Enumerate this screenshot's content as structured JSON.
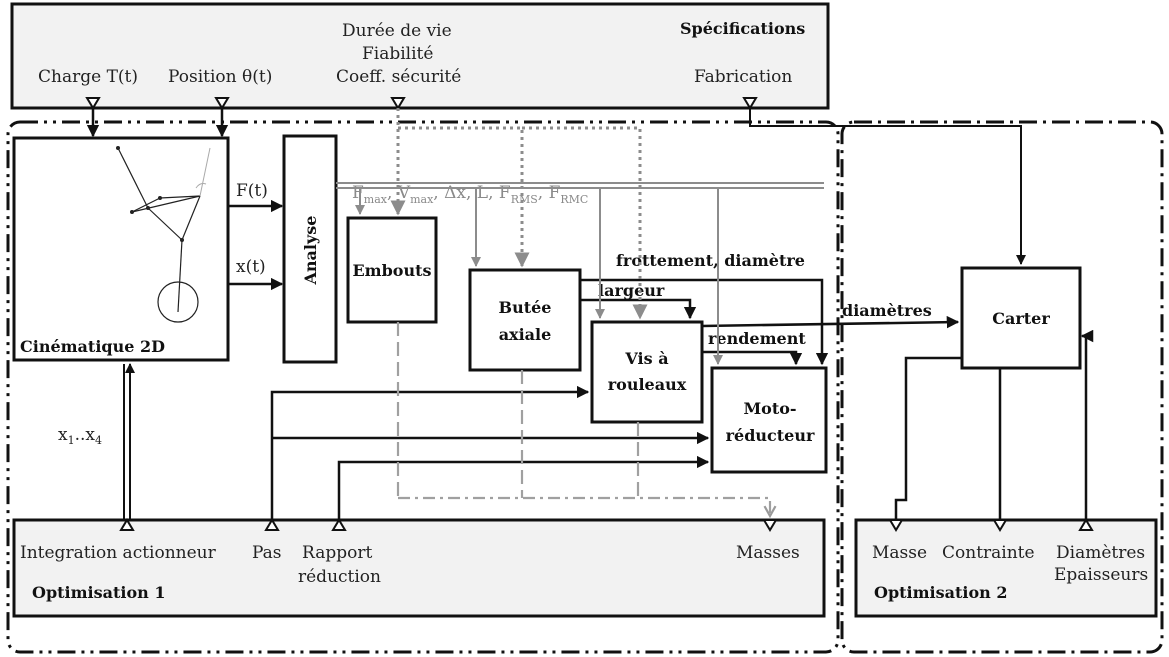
{
  "specifications": {
    "title": "Spécifications",
    "inputs": [
      "Charge T(t)",
      "Position θ(t)",
      "Durée de vie",
      "Fiabilité",
      "Coeff. sécurité",
      "Fabrication"
    ]
  },
  "blocks": {
    "cinematique": "Cinématique 2D",
    "analyse": "Analyse",
    "embouts": "Embouts",
    "butee_line1": "Butée",
    "butee_line2": "axiale",
    "vis_line1": "Vis à",
    "vis_line2": "rouleaux",
    "moto_line1": "Moto-",
    "moto_line2": "réducteur",
    "carter": "Carter"
  },
  "signals": {
    "force": "F(t)",
    "position": "x(t)",
    "params_fmax": "F",
    "params_fmax_sub": "max",
    "params_vmax": "V",
    "params_vmax_sub": "max",
    "params_dx": "Δx, L, F",
    "params_frms_sub": "RMS",
    "params_frmc": "F",
    "params_frmc_sub": "RMC",
    "frottement": "frottement, diamètre",
    "largeur": "largeur",
    "rendement": "rendement",
    "diametres": "diamètres",
    "design_vars": "x",
    "design_vars_sub1": "1",
    "design_vars_mid": "..x",
    "design_vars_sub2": "4"
  },
  "optimisation1": {
    "title": "Optimisation 1",
    "integration": "Integration actionneur",
    "pas": "Pas",
    "rapport_line1": "Rapport",
    "rapport_line2": "réduction",
    "masses": "Masses"
  },
  "optimisation2": {
    "title": "Optimisation 2",
    "masse": "Masse",
    "contrainte": "Contrainte",
    "diametres_line1": "Diamètres",
    "diametres_line2": "Epaisseurs"
  }
}
